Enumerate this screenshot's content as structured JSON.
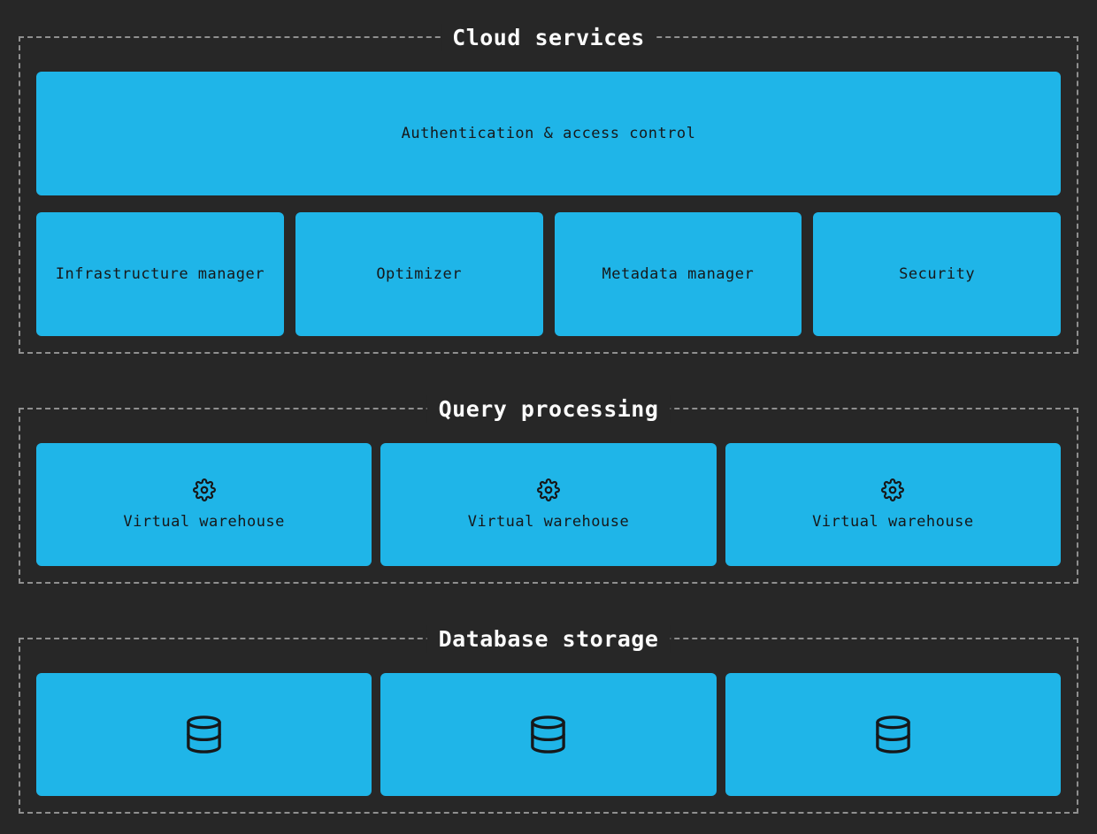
{
  "colors": {
    "background": "#272727",
    "box_fill": "#1FB5E8",
    "box_text": "#16181A",
    "section_border": "#8F8F8F",
    "section_title_text": "#FBFBFB"
  },
  "sections": {
    "cloud_services": {
      "title": "Cloud services",
      "banner_box": {
        "label": "Authentication & access control"
      },
      "boxes": [
        {
          "label": "Infrastructure manager"
        },
        {
          "label": "Optimizer"
        },
        {
          "label": "Metadata manager"
        },
        {
          "label": "Security"
        }
      ]
    },
    "query_processing": {
      "title": "Query processing",
      "boxes": [
        {
          "icon": "gear-icon",
          "label": "Virtual warehouse"
        },
        {
          "icon": "gear-icon",
          "label": "Virtual warehouse"
        },
        {
          "icon": "gear-icon",
          "label": "Virtual warehouse"
        }
      ]
    },
    "database_storage": {
      "title": "Database storage",
      "boxes": [
        {
          "icon": "database-icon"
        },
        {
          "icon": "database-icon"
        },
        {
          "icon": "database-icon"
        }
      ]
    }
  }
}
